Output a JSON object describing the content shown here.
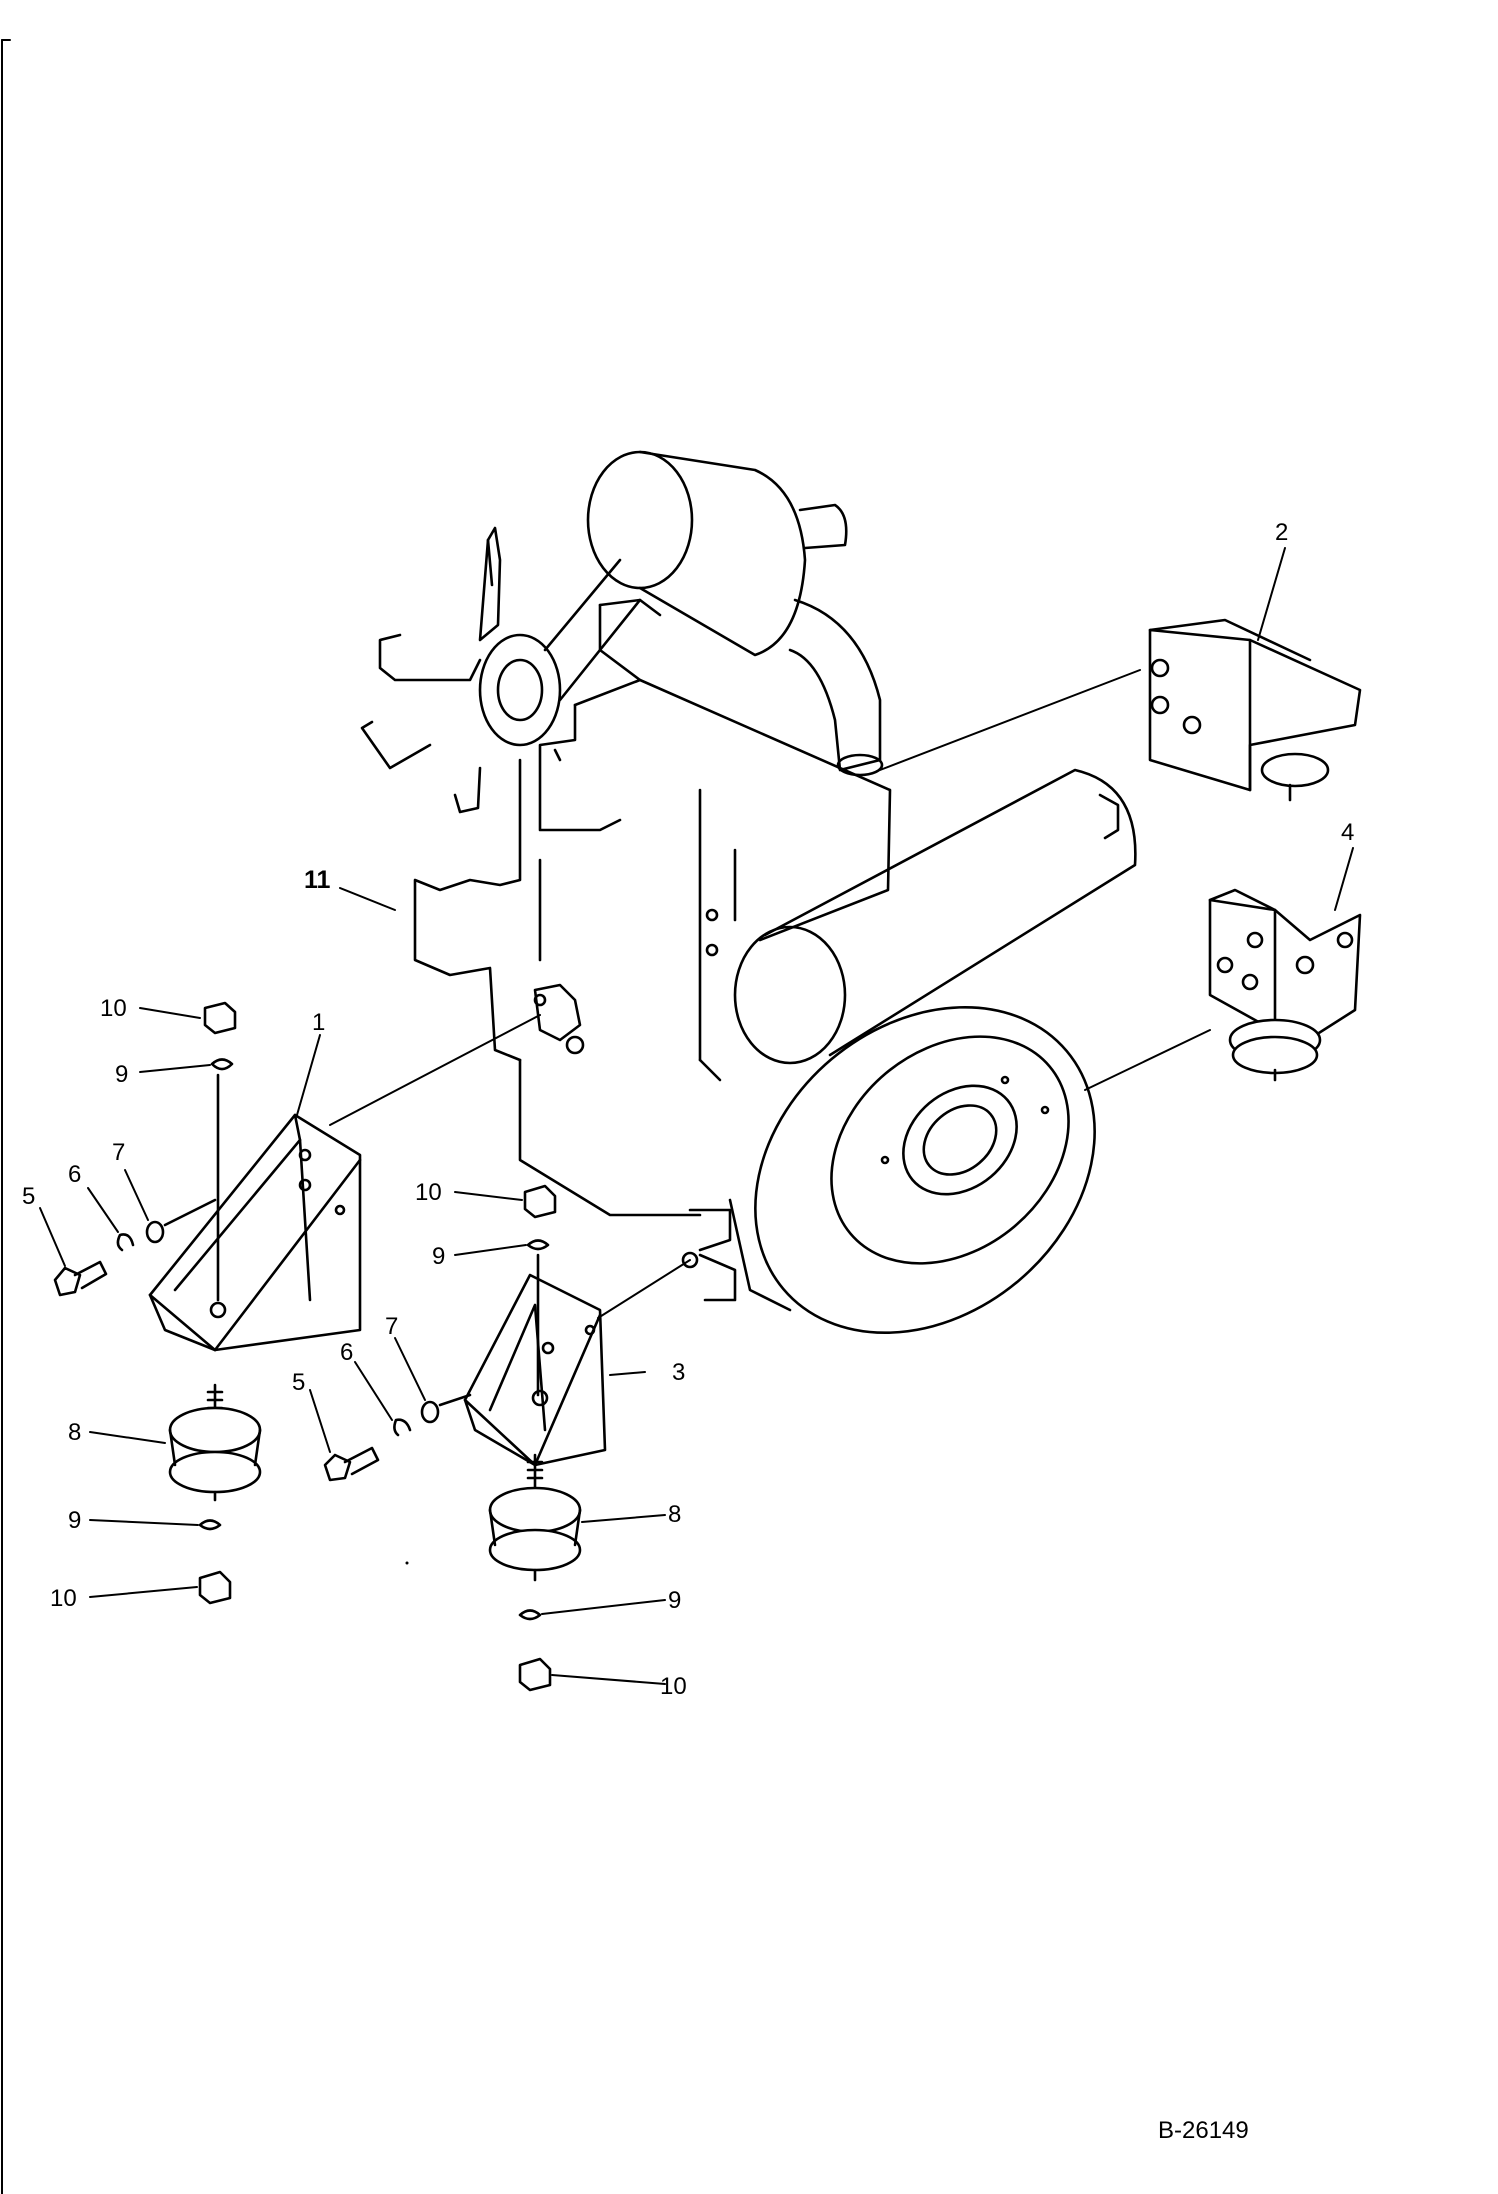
{
  "drawing_number": "B-26149",
  "callouts": [
    {
      "id": "c-11",
      "text": "11"
    },
    {
      "id": "c-2",
      "text": "2"
    },
    {
      "id": "c-4",
      "text": "4"
    },
    {
      "id": "c-1",
      "text": "1"
    },
    {
      "id": "c-3",
      "text": "3"
    },
    {
      "id": "c-10a",
      "text": "10"
    },
    {
      "id": "c-9a",
      "text": "9"
    },
    {
      "id": "c-7a",
      "text": "7"
    },
    {
      "id": "c-6a",
      "text": "6"
    },
    {
      "id": "c-5a",
      "text": "5"
    },
    {
      "id": "c-8a",
      "text": "8"
    },
    {
      "id": "c-9b",
      "text": "9"
    },
    {
      "id": "c-10b",
      "text": "10"
    },
    {
      "id": "c-10c",
      "text": "10"
    },
    {
      "id": "c-9c",
      "text": "9"
    },
    {
      "id": "c-7b",
      "text": "7"
    },
    {
      "id": "c-6b",
      "text": "6"
    },
    {
      "id": "c-5b",
      "text": "5"
    },
    {
      "id": "c-8b",
      "text": "8"
    },
    {
      "id": "c-9d",
      "text": "9"
    },
    {
      "id": "c-10d",
      "text": "10"
    }
  ]
}
